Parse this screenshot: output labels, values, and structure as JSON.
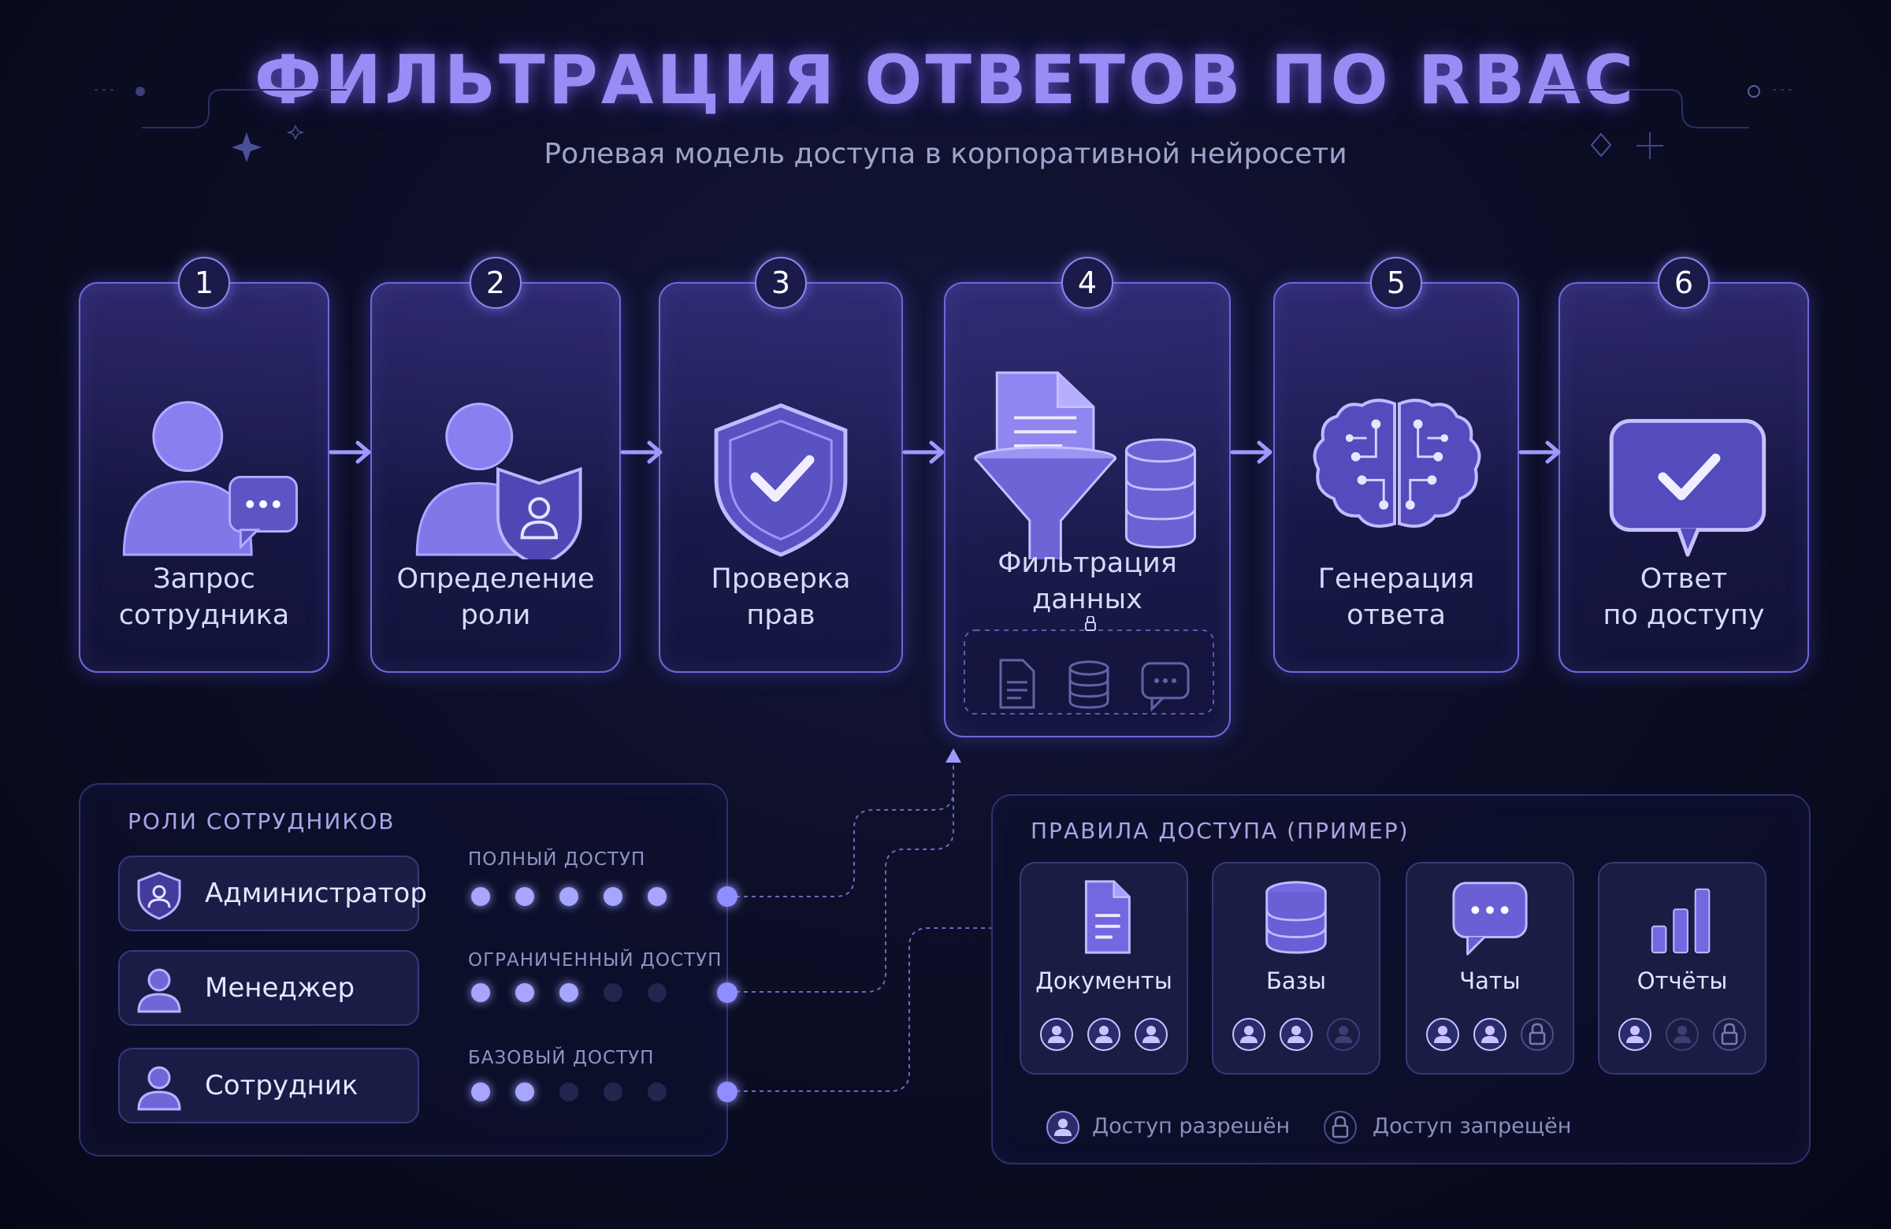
{
  "header": {
    "title": "ФИЛЬТРАЦИЯ ОТВЕТОВ ПО RBAC",
    "subtitle": "Ролевая модель доступа в корпоративной нейросети"
  },
  "steps": [
    {
      "number": "1",
      "line1": "Запрос",
      "line2": "сотрудника",
      "icon": "user-chat-icon"
    },
    {
      "number": "2",
      "line1": "Определение",
      "line2": "роли",
      "icon": "user-shield-icon"
    },
    {
      "number": "3",
      "line1": "Проверка",
      "line2": "прав",
      "icon": "shield-check-icon"
    },
    {
      "number": "4",
      "line1": "Фильтрация",
      "line2": "данных",
      "icon": "funnel-database-icon"
    },
    {
      "number": "5",
      "line1": "Генерация",
      "line2": "ответа",
      "icon": "brain-icon"
    },
    {
      "number": "6",
      "line1": "Ответ",
      "line2": "по доступу",
      "icon": "chat-check-icon"
    }
  ],
  "roles_panel": {
    "title": "РОЛИ СОТРУДНИКОВ",
    "roles": [
      {
        "name": "Администратор",
        "access": "ПОЛНЫЙ ДОСТУП",
        "level": 5,
        "icon": "shield-user-icon"
      },
      {
        "name": "Менеджер",
        "access": "ОГРАНИЧЕННЫЙ ДОСТУП",
        "level": 3,
        "icon": "user-icon"
      },
      {
        "name": "Сотрудник",
        "access": "БАЗОВЫЙ ДОСТУП",
        "level": 2,
        "icon": "user-icon"
      }
    ]
  },
  "rules_panel": {
    "title": "ПРАВИЛА ДОСТУПА (ПРИМЕР)",
    "resources": [
      {
        "name": "Документы",
        "icon": "document-icon",
        "permissions": [
          "allowed",
          "allowed",
          "allowed"
        ]
      },
      {
        "name": "Базы",
        "icon": "database-icon",
        "permissions": [
          "allowed",
          "allowed",
          "dim"
        ]
      },
      {
        "name": "Чаты",
        "icon": "chat-icon",
        "permissions": [
          "allowed",
          "allowed",
          "denied"
        ]
      },
      {
        "name": "Отчёты",
        "icon": "bar-chart-icon",
        "permissions": [
          "allowed",
          "dim",
          "denied"
        ]
      }
    ],
    "legend": {
      "allowed": "Доступ разрешён",
      "denied": "Доступ запрещён"
    }
  },
  "colors": {
    "accent": "#8f8dff",
    "title": "#9a8cf5",
    "border": "#6f68d8",
    "background": "#0b0d24"
  }
}
